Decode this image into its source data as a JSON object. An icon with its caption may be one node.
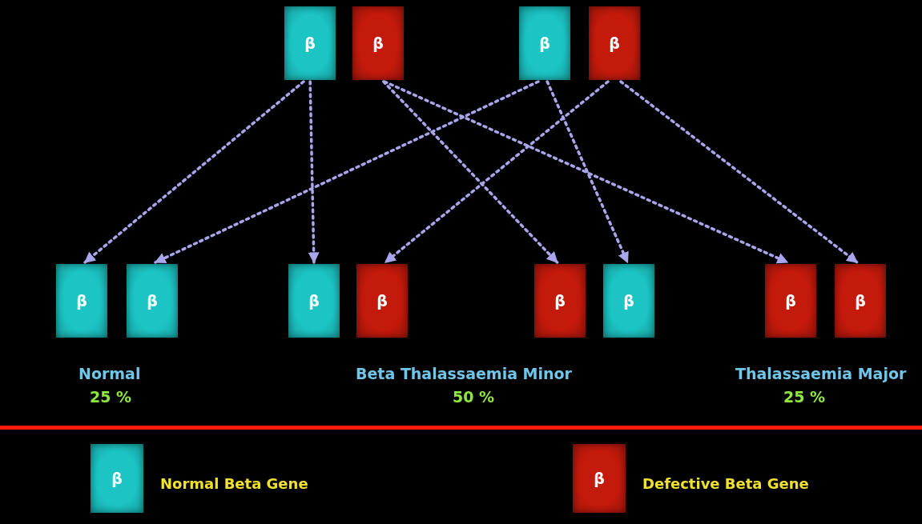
{
  "diagram": {
    "nodes": [
      {
        "text": [
          "β"
        ]
      },
      {
        "text": [
          "β"
        ]
      },
      {
        "text": [
          "β"
        ]
      },
      {
        "text": [
          "β"
        ]
      },
      {
        "text": [
          "β"
        ]
      },
      {
        "text": [
          "β"
        ]
      },
      {
        "text": [
          "β"
        ]
      },
      {
        "text": [
          "β"
        ]
      },
      {
        "text": [
          "β"
        ]
      },
      {
        "text": [
          "β"
        ]
      },
      {
        "text": [
          "β"
        ]
      },
      {
        "text": [
          "β"
        ]
      }
    ],
    "edges": [
      {
        "from": 0,
        "to": 4,
        "arrow": "to",
        "style": "dashed"
      },
      {
        "from": 0,
        "to": 6,
        "arrow": "to",
        "style": "dashed"
      },
      {
        "from": 2,
        "to": 5,
        "arrow": "to",
        "style": "dashed"
      },
      {
        "from": 3,
        "to": 7,
        "arrow": "to",
        "style": "dashed"
      },
      {
        "from": 1,
        "to": 8,
        "arrow": "to",
        "style": "dashed"
      },
      {
        "from": 2,
        "to": 9,
        "arrow": "to",
        "style": "dashed"
      },
      {
        "from": 1,
        "to": 10,
        "arrow": "to",
        "style": "dashed"
      },
      {
        "from": 3,
        "to": 11,
        "arrow": "to",
        "style": "dashed"
      }
    ],
    "labels": [
      "Normal",
      "25 %",
      "Beta Thalassaemia Minor",
      "50 %",
      "Thalassaemia Major",
      "25 %",
      "β",
      "β"
    ],
    "legend": [
      {
        "text": "Normal Beta Gene",
        "color": "#1cc4c4"
      },
      {
        "text": "Defective Beta Gene",
        "color": "#c41a0c"
      }
    ]
  }
}
